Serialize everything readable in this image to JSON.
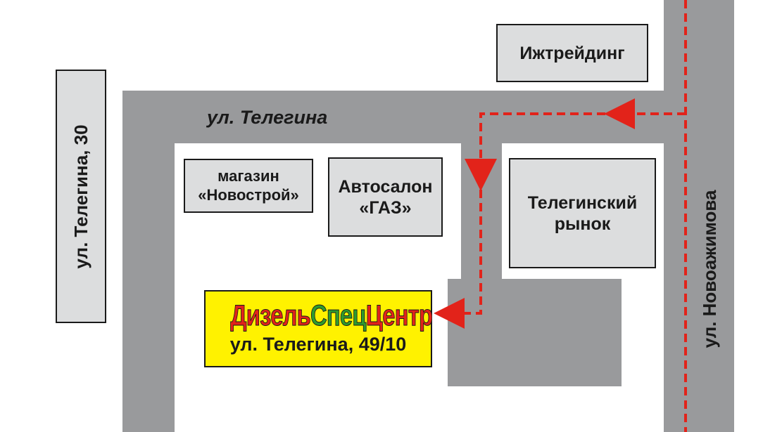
{
  "streets": {
    "telegina": "ул. Телегина",
    "novoazhimova": "ул. Новоажимова"
  },
  "buildings": {
    "izhtrading": "Ижтрейдинг",
    "telegina_30": "ул. Телегина, 30",
    "novostroy_line1": "магазин",
    "novostroy_line2": "«Новострой»",
    "gaz_line1": "Автосалон",
    "gaz_line2": "«ГАЗ»",
    "market_line1": "Телегинский",
    "market_line2": "рынок"
  },
  "target": {
    "name_part_1": "Дизель",
    "name_part_2": "Спец",
    "name_part_3": "Центр",
    "address": "ул. Телегина, 49/10"
  },
  "colors": {
    "road": "#999a9c",
    "building_fill": "#dcddde",
    "route": "#e2231a",
    "sign_background": "#fff200",
    "brand_red": "#e2231a",
    "brand_green": "#2e9b2f"
  }
}
